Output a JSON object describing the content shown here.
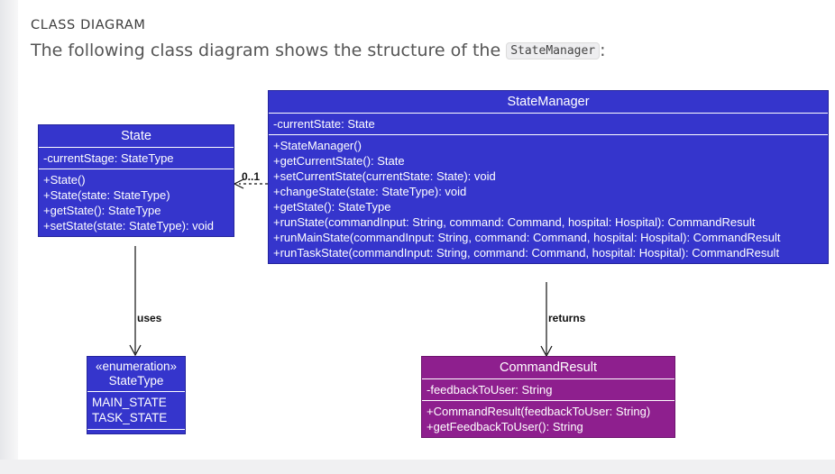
{
  "heading": "CLASS DIAGRAM",
  "intro": {
    "text": "The following class diagram shows the structure of the",
    "code": "StateManager",
    "trail": ":"
  },
  "colors": {
    "class_fill": "#3535cc",
    "result_fill": "#8e1f8e"
  },
  "state": {
    "name": "State",
    "attributes": [
      "-currentStage: StateType"
    ],
    "methods": [
      "+State()",
      "+State(state: StateType)",
      "+getState(): StateType",
      "+setState(state: StateType): void"
    ]
  },
  "state_manager": {
    "name": "StateManager",
    "attributes": [
      "-currentState: State"
    ],
    "methods": [
      "+StateManager()",
      "+getCurrentState(): State",
      "+setCurrentState(currentState: State): void",
      "+changeState(state: StateType): void",
      "+getState(): StateType",
      "+runState(commandInput: String, command: Command, hospital: Hospital): CommandResult",
      "+runMainState(commandInput: String, command: Command, hospital: Hospital): CommandResult",
      "+runTaskState(commandInput: String, command: Command, hospital: Hospital): CommandResult"
    ]
  },
  "state_type": {
    "stereotype": "«enumeration»",
    "name": "StateType",
    "values": [
      "MAIN_STATE",
      "TASK_STATE"
    ]
  },
  "command_result": {
    "name": "CommandResult",
    "attributes": [
      "-feedbackToUser: String"
    ],
    "methods": [
      "+CommandResult(feedbackToUser: String)",
      "+getFeedbackToUser(): String"
    ]
  },
  "relations": {
    "multiplicity": "0..1",
    "uses": "uses",
    "returns": "returns"
  }
}
